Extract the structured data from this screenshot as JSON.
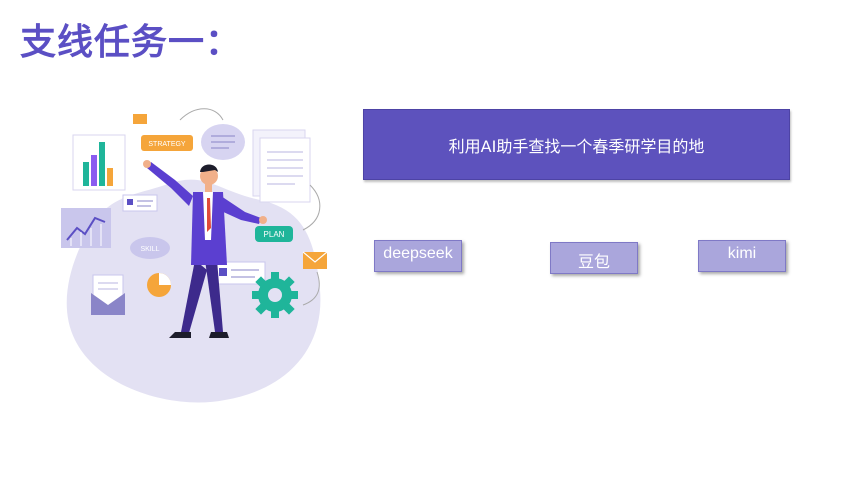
{
  "slide": {
    "title": "支线任务一：",
    "task_text": "利用AI助手查找一个春季研学目的地",
    "tools": [
      {
        "label": "deepseek"
      },
      {
        "label": "豆包"
      },
      {
        "label": "kimi"
      }
    ]
  },
  "illustration": {
    "strategy_tag": "STRATEGY",
    "skill_tag": "SKILL",
    "plan_tag": "PLAN"
  },
  "colors": {
    "title": "#5b4fc4",
    "banner": "#5d52bd",
    "tool_button": "#aaa6dc",
    "blob": "#e3e1f3",
    "accent_orange": "#f5a53a",
    "accent_teal": "#1fb59a"
  }
}
